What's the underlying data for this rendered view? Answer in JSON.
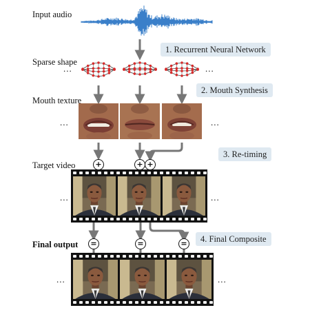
{
  "labels": {
    "input_audio": "Input audio",
    "sparse_shape": "Sparse shape",
    "mouth_texture": "Mouth texture",
    "target_video": "Target video",
    "final_output": "Final output"
  },
  "steps": {
    "step1": "1. Recurrent Neural Network",
    "step2": "2. Mouth Synthesis",
    "step3": "3. Re-timing",
    "step4": "4. Final Composite"
  },
  "ellipsis": "...",
  "operators": {
    "plus": "+",
    "equals": "="
  },
  "colors": {
    "waveform": "#3a7fc9",
    "arrow": "#777777",
    "step_box": "#dfe9f1",
    "landmark_red": "#d62b2b",
    "film": "#111111"
  }
}
